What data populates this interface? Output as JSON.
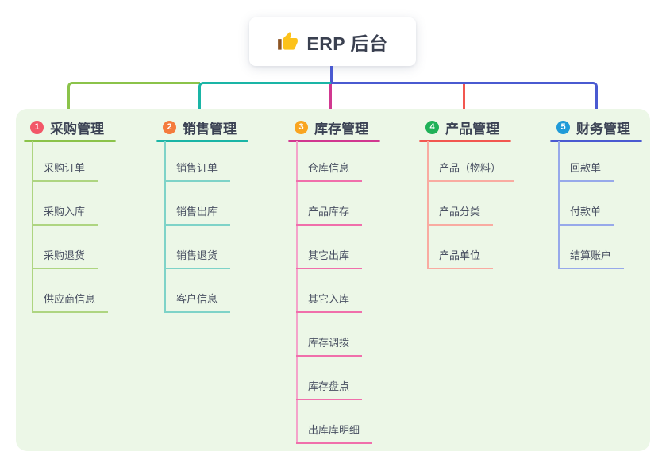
{
  "root": {
    "label": "ERP 后台",
    "icon": "thumbs-up-icon"
  },
  "colors": {
    "page_background": "#ffffff",
    "panel_background": "#ecf7e7",
    "root_connector": "#4a5ad1",
    "text_title": "#3b4254",
    "text_child": "#495062"
  },
  "connectors": {
    "top_segments": [
      {
        "name": "green-left",
        "color": "#8bc34a"
      },
      {
        "name": "teal-middle",
        "color": "#1ab5a6"
      },
      {
        "name": "blue-right",
        "color": "#4a5ad1"
      },
      {
        "name": "magenta-drop",
        "color": "#d13890"
      },
      {
        "name": "red-drop",
        "color": "#f25750"
      }
    ]
  },
  "branches": [
    {
      "badge": "1",
      "label": "采购管理",
      "badge_color": "#f25768",
      "line_color": "#8bc34a",
      "child_line_color": "#aed581",
      "children": [
        "采购订单",
        "采购入库",
        "采购退货",
        "供应商信息"
      ]
    },
    {
      "badge": "2",
      "label": "销售管理",
      "badge_color": "#f47b3d",
      "line_color": "#1ab5a6",
      "child_line_color": "#7ed3c8",
      "children": [
        "销售订单",
        "销售出库",
        "销售退货",
        "客户信息"
      ]
    },
    {
      "badge": "3",
      "label": "库存管理",
      "badge_color": "#f9a520",
      "line_color": "#d13890",
      "child_line_color": "#f06fab",
      "children": [
        "仓库信息",
        "产品库存",
        "其它出库",
        "其它入库",
        "库存调拨",
        "库存盘点",
        "出库库明细"
      ]
    },
    {
      "badge": "4",
      "label": "产品管理",
      "badge_color": "#20b158",
      "line_color": "#f25750",
      "child_line_color": "#f9aba1",
      "children": [
        "产品（物料）",
        "产品分类",
        "产品单位"
      ]
    },
    {
      "badge": "5",
      "label": "财务管理",
      "badge_color": "#209bd8",
      "line_color": "#4a5ad1",
      "child_line_color": "#97a9ea",
      "children": [
        "回款单",
        "付款单",
        "结算账户"
      ]
    }
  ]
}
